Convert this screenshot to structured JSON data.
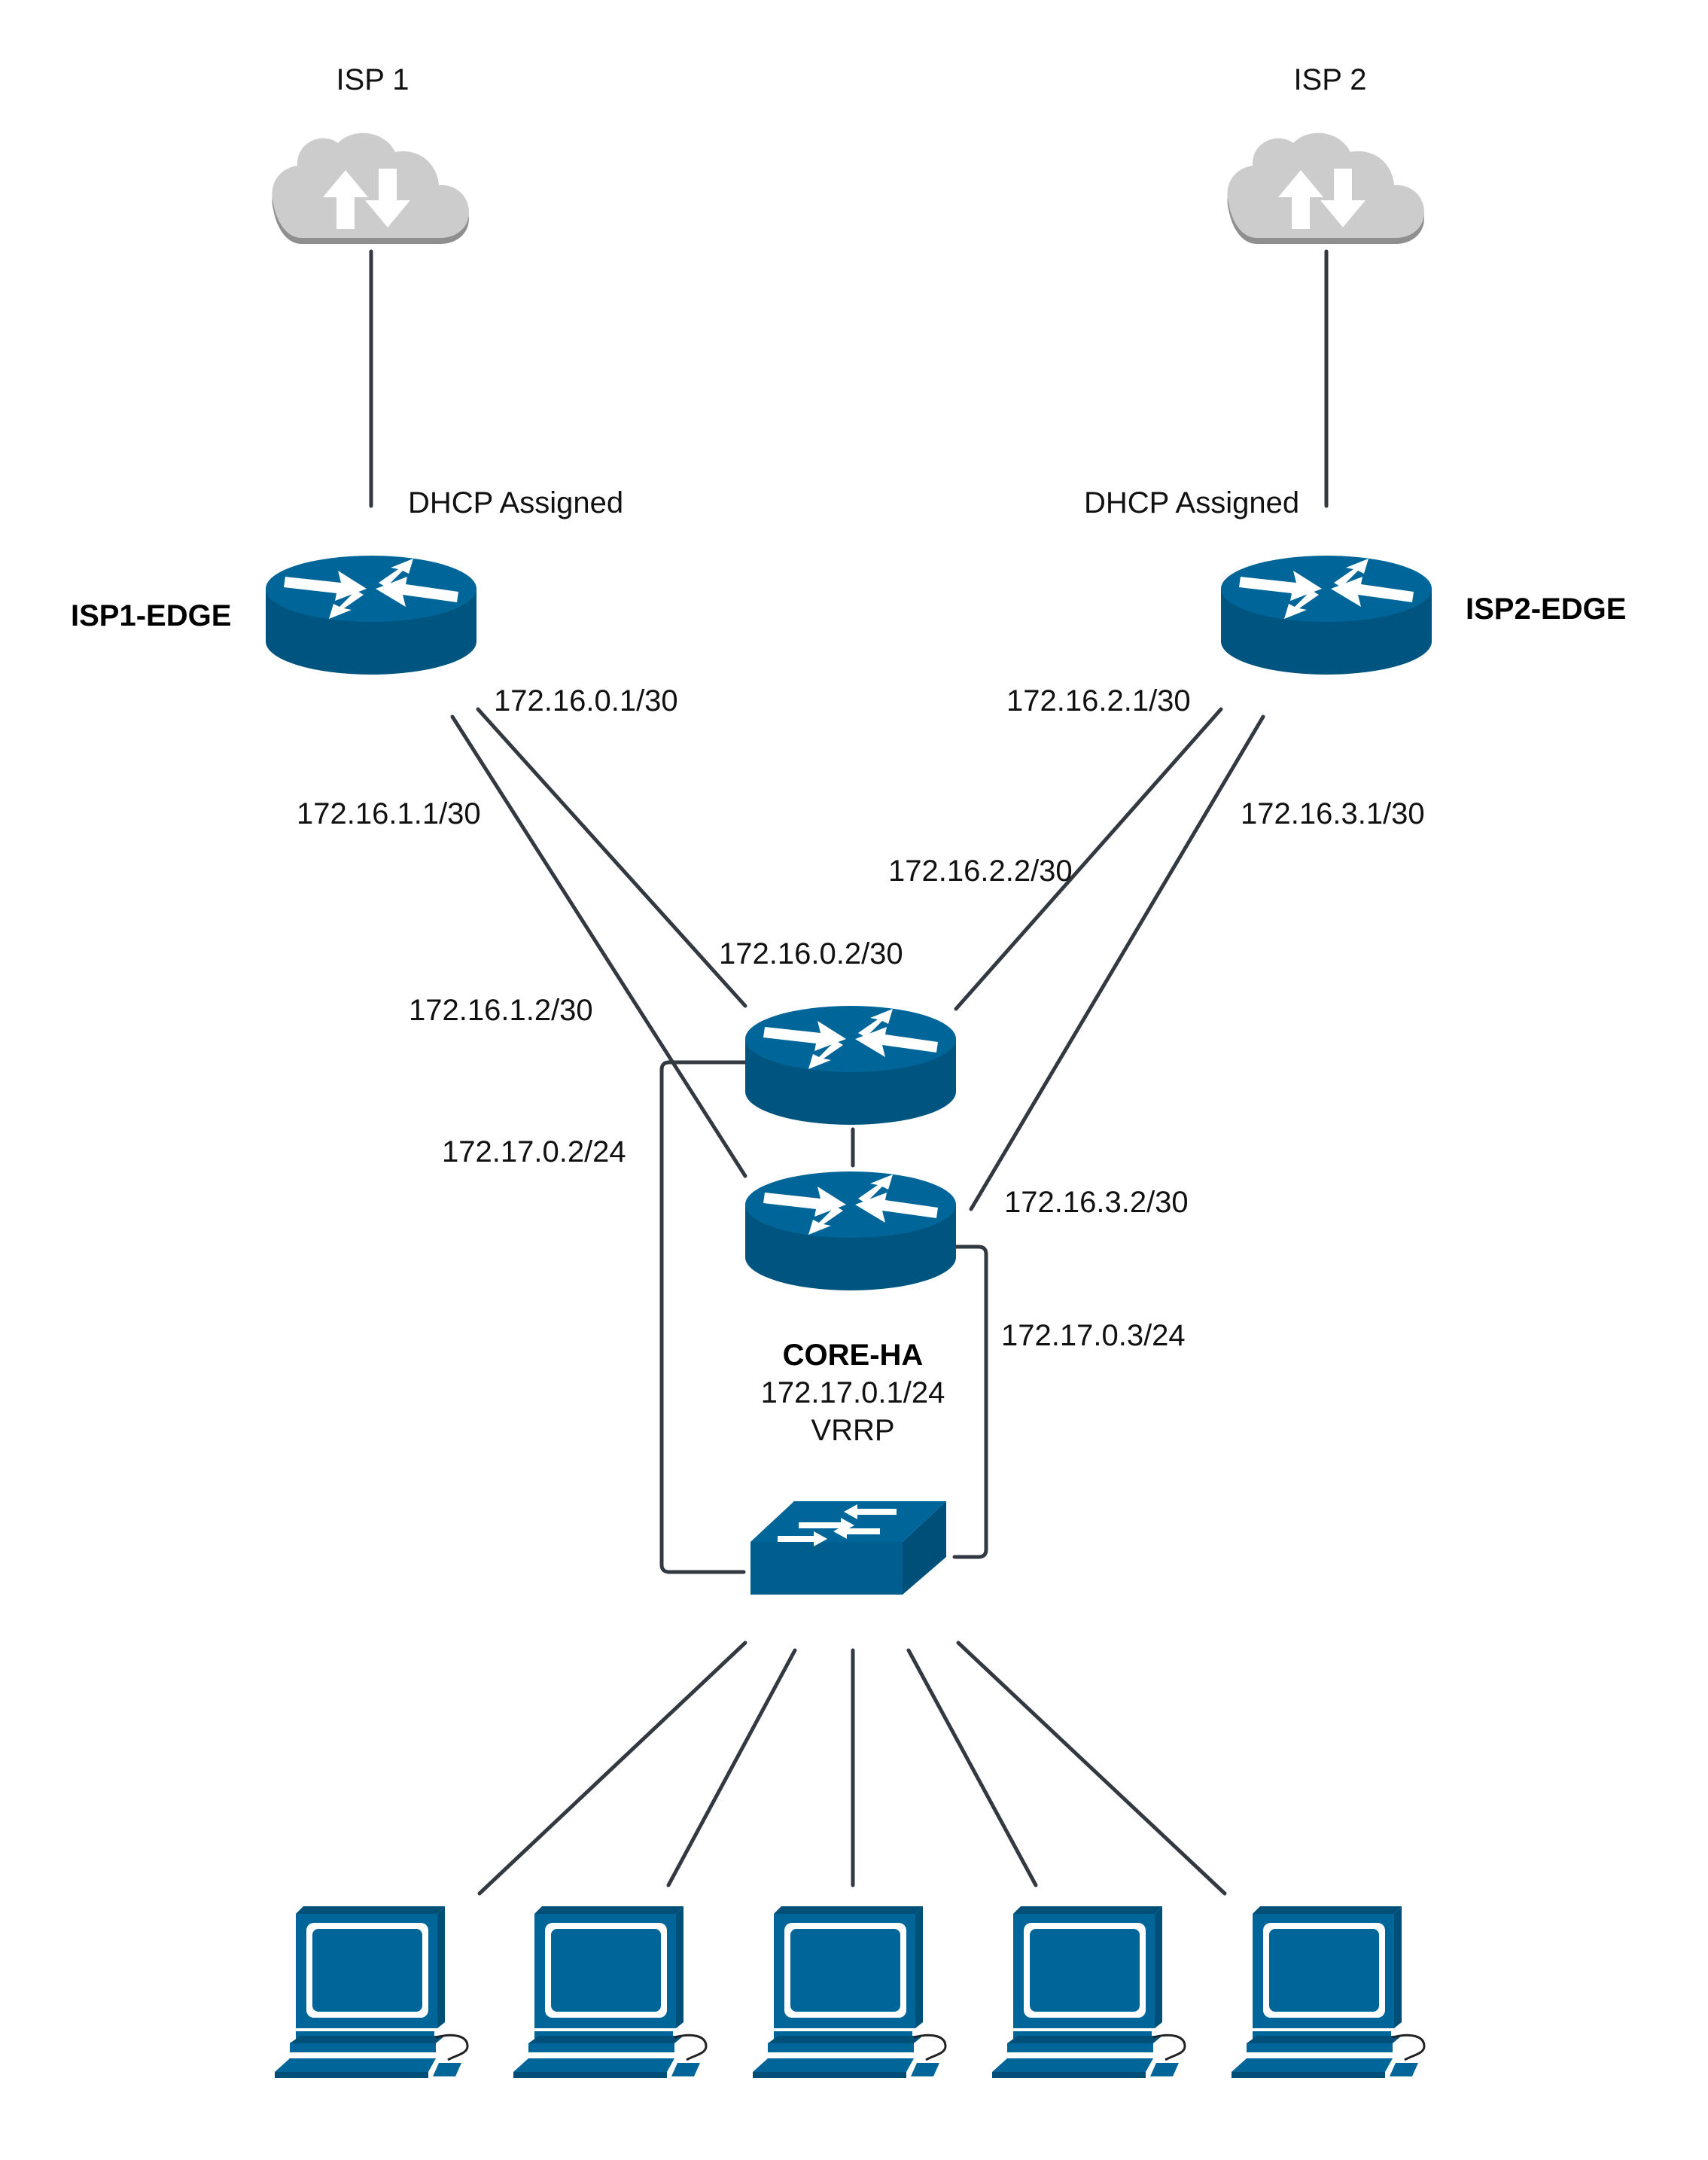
{
  "colors": {
    "device_blue": "#006699",
    "device_blue_dark": "#005580",
    "cloud_gray": "#cccccc",
    "cloud_shadow": "#8f8f8f",
    "link": "#333940"
  },
  "isp1": {
    "label": "ISP 1",
    "icon": "cloud-internet-icon",
    "wan": "DHCP Assigned"
  },
  "isp2": {
    "label": "ISP 2",
    "icon": "cloud-internet-icon",
    "wan": "DHCP Assigned"
  },
  "edge1": {
    "name": "ISP1-EDGE",
    "icon": "router-icon",
    "ip_to_core_a": "172.16.0.1/30",
    "ip_to_core_b": "172.16.1.1/30"
  },
  "edge2": {
    "name": "ISP2-EDGE",
    "icon": "router-icon",
    "ip_to_core_a": "172.16.2.1/30",
    "ip_to_core_b": "172.16.3.1/30"
  },
  "core_a": {
    "icon": "router-icon",
    "ip_from_edge1": "172.16.0.2/30",
    "ip_from_edge2": "172.16.2.2/30",
    "lan_ip": "172.17.0.2/24"
  },
  "core_b": {
    "icon": "router-icon",
    "ip_from_edge1": "172.16.1.2/30",
    "ip_from_edge2": "172.16.3.2/30",
    "lan_ip": "172.17.0.3/24"
  },
  "core_ha": {
    "name": "CORE-HA",
    "vip": "172.17.0.1/24",
    "protocol": "VRRP"
  },
  "switch": {
    "icon": "switch-icon"
  },
  "workstations": {
    "icon": "workstation-icon",
    "count": 5
  }
}
